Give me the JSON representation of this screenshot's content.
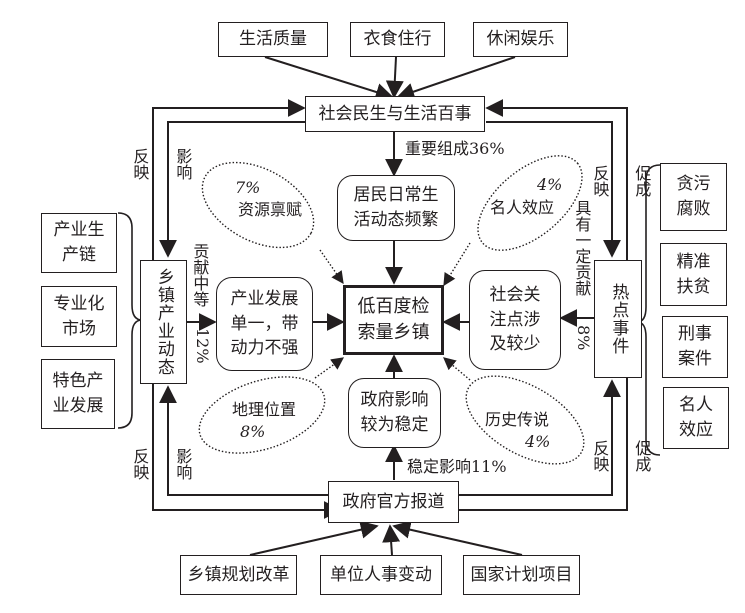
{
  "diagram": {
    "center": "低百度检\n索量乡镇",
    "top_inputs": [
      "生活质量",
      "衣食住行",
      "休闲娱乐"
    ],
    "top_hub": "社会民生与生活百事",
    "top_mid": "居民日常生\n活动态频繁",
    "top_mid_edge_label": "重要组成36%",
    "left_inputs": [
      "产业生\n产链",
      "专业化\n市场",
      "特色产\n业发展"
    ],
    "left_hub": "乡镇产业动态",
    "left_mid": "产业发展\n单一，带\n动力不强",
    "left_edge_label": "贡献中等",
    "left_edge_pct": "12%",
    "right_inputs": [
      "贪污\n腐败",
      "精准\n扶贫",
      "刑事\n案件",
      "名人\n效应"
    ],
    "right_hub": "热点事件",
    "right_mid": "社会关\n注点涉\n及较少",
    "right_edge_label": "具有一定贡献",
    "right_edge_pct": "8%",
    "bottom_inputs": [
      "乡镇规划改革",
      "单位人事变动",
      "国家计划项目"
    ],
    "bottom_hub": "政府官方报道",
    "bottom_mid": "政府影响\n较为稳定",
    "bottom_mid_edge_label": "稳定影响11%",
    "ellipses": {
      "top_left": {
        "pct": "7%",
        "label": "资源禀赋"
      },
      "top_right": {
        "pct": "4%",
        "label": "名人效应"
      },
      "bottom_left": {
        "pct": "8%",
        "label": "地理位置"
      },
      "bottom_right": {
        "pct": "4%",
        "label": "历史传说"
      }
    },
    "loop_labels": {
      "reflect": "反映",
      "influence": "影响",
      "promote": "促成"
    }
  }
}
